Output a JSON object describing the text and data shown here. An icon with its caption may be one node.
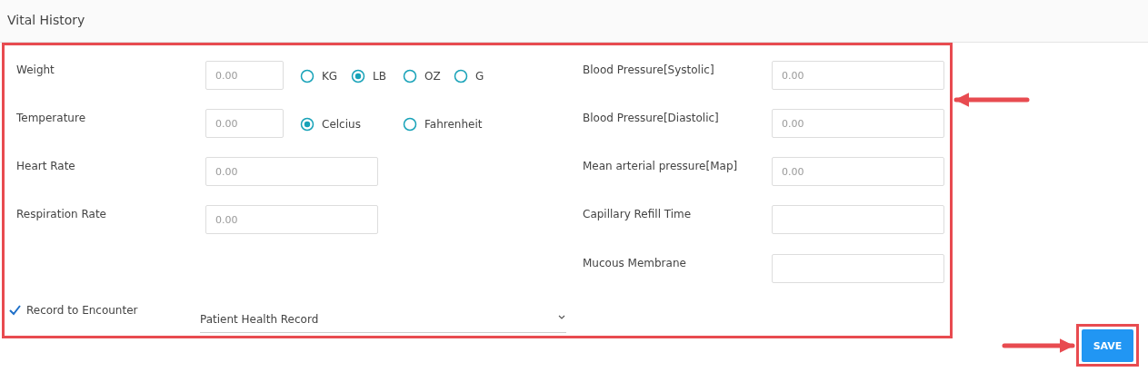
{
  "diagram": {
    "title": "Vital History",
    "nodes": [
      {
        "text": [],
        "shape": "box"
      },
      {
        "text": [
          "SAVE"
        ]
      }
    ],
    "edges": [
      {
        "from": null,
        "to": 0,
        "arrow": "to"
      },
      {
        "from": null,
        "to": 1,
        "arrow": "to"
      }
    ],
    "labels": [
      "Weight",
      "0.00",
      "KG",
      "LB",
      "OZ",
      "G",
      "Blood Pressure[Systolic]",
      "0.00",
      "Temperature",
      "0.00",
      "Celcius",
      "Fahrenheit",
      "Blood Pressure[Diastolic]",
      "0.00",
      "Heart Rate",
      "0.00",
      "Mean arterial pressure[Map]",
      "0.00",
      "Respiration Rate",
      "0.00",
      "Capillary Refill Time",
      "Mucous Membrane",
      "Record to Encounter",
      "Patient Health Record"
    ]
  }
}
